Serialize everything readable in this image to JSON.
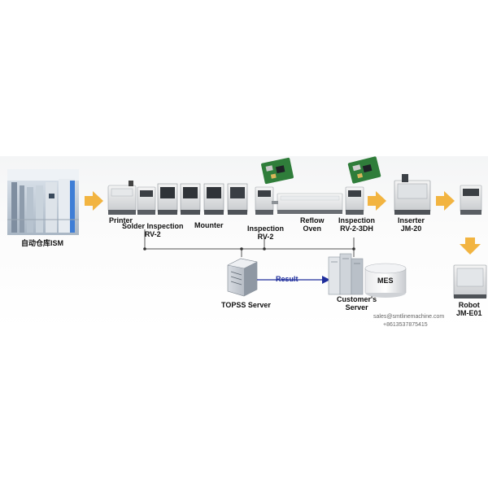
{
  "warehouse": {
    "label": "自动仓库ISM"
  },
  "stations": {
    "printer": "Printer",
    "solder_inspection": {
      "line1": "Solder Inspection",
      "line2": "RV-2"
    },
    "mounter": "Mounter",
    "inspection_1": {
      "line1": "Inspection",
      "line2": "RV-2"
    },
    "reflow": {
      "line1": "Reflow",
      "line2": "Oven"
    },
    "inspection_2": {
      "line1": "Inspection",
      "line2": "RV-2-3DH"
    },
    "inserter": {
      "line1": "Inserter",
      "line2": "JM-20"
    },
    "robot": {
      "line1": "Robot",
      "line2": "JM-E01"
    }
  },
  "servers": {
    "topss": "TOPSS Server",
    "result": "Result",
    "customer": {
      "line1": "Customer's",
      "line2": "Server"
    },
    "mes": "MES"
  },
  "contact": {
    "email": "sales@smtlinemachine.com",
    "phone": "+8613537875415"
  },
  "colors": {
    "flow_arrow": "#f2b441",
    "result_arrow": "#1f2e9c",
    "bus_line": "#555555",
    "pcb": "#2f7d3a"
  }
}
